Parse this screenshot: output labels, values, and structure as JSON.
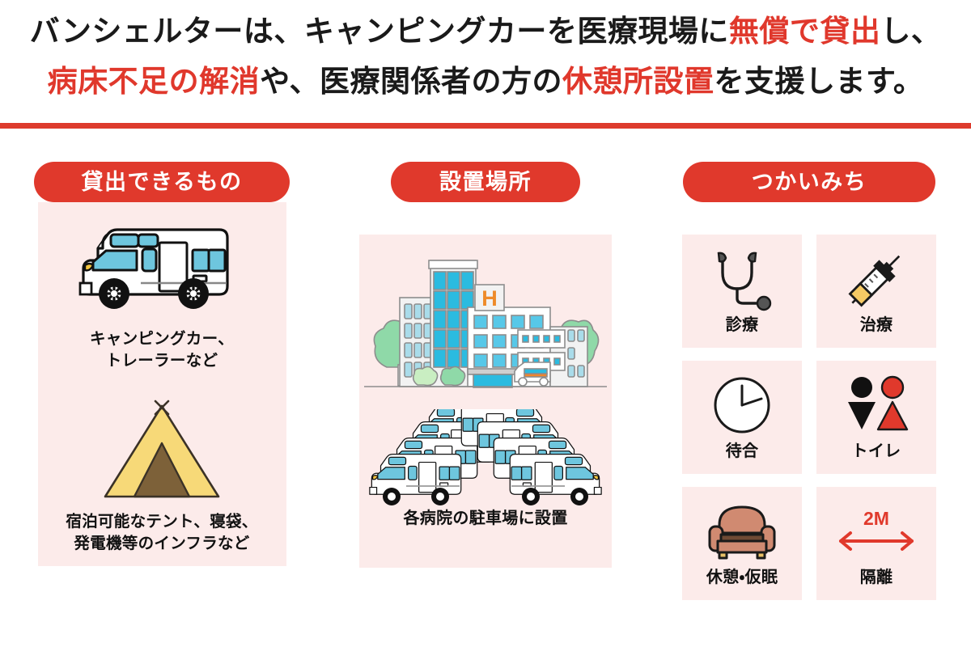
{
  "headline": {
    "line1": [
      {
        "text": "バンシェルターは、キャンピングカーを医療現場に",
        "color": "black"
      },
      {
        "text": "無償で貸出",
        "color": "red"
      },
      {
        "text": "し、",
        "color": "black"
      }
    ],
    "line2": [
      {
        "text": "病床不足の解消",
        "color": "red"
      },
      {
        "text": "や、医療関係者の方の",
        "color": "black"
      },
      {
        "text": "休憩所設置",
        "color": "red"
      },
      {
        "text": "を支援します。",
        "color": "black"
      }
    ],
    "line1_plain": "バンシェルターは、キャンピングカーを医療現場に無償で貸出し、",
    "line2_plain": "病床不足の解消や、医療関係者の方の休憩所設置を支援します。"
  },
  "colors": {
    "accent_red": "#e0392c",
    "divider_red": "#dd3b2d",
    "card_pink": "#fcebea",
    "icon_blue": "#6ec6de",
    "hospital_cyan": "#2bbbe0",
    "tent_yellow": "#f7d978",
    "tent_brown": "#7d6139",
    "chair_brown": "#d08a71",
    "text_black": "#111111",
    "white": "#ffffff"
  },
  "columns": [
    {
      "id": "lendable",
      "header": "貸出できるもの",
      "cards": [
        {
          "id": "camper",
          "icon": "camper-van-icon",
          "caption": "キャンピングカー、\nトレーラーなど"
        },
        {
          "id": "tent",
          "icon": "tent-icon",
          "caption": "宿泊可能なテント、寝袋、\n発電機等のインフラなど"
        }
      ]
    },
    {
      "id": "location",
      "header": "設置場所",
      "cards": [
        {
          "id": "hospital",
          "icon": "hospital-complex-icon",
          "caption": "各病院の駐車場に設置"
        }
      ]
    },
    {
      "id": "usage",
      "header": "つかいみち",
      "tiles": [
        {
          "id": "examination",
          "icon": "stethoscope-icon",
          "caption": "診療"
        },
        {
          "id": "treatment",
          "icon": "syringe-icon",
          "caption": "治療"
        },
        {
          "id": "waiting",
          "icon": "clock-icon",
          "caption": "待合"
        },
        {
          "id": "restroom",
          "icon": "restroom-icon",
          "caption": "トイレ"
        },
        {
          "id": "rest",
          "icon": "armchair-icon",
          "caption": "休憩・仮眠"
        },
        {
          "id": "isolation",
          "icon": "distance-arrow-icon",
          "caption": "隔離",
          "label": "2M"
        }
      ]
    }
  ]
}
